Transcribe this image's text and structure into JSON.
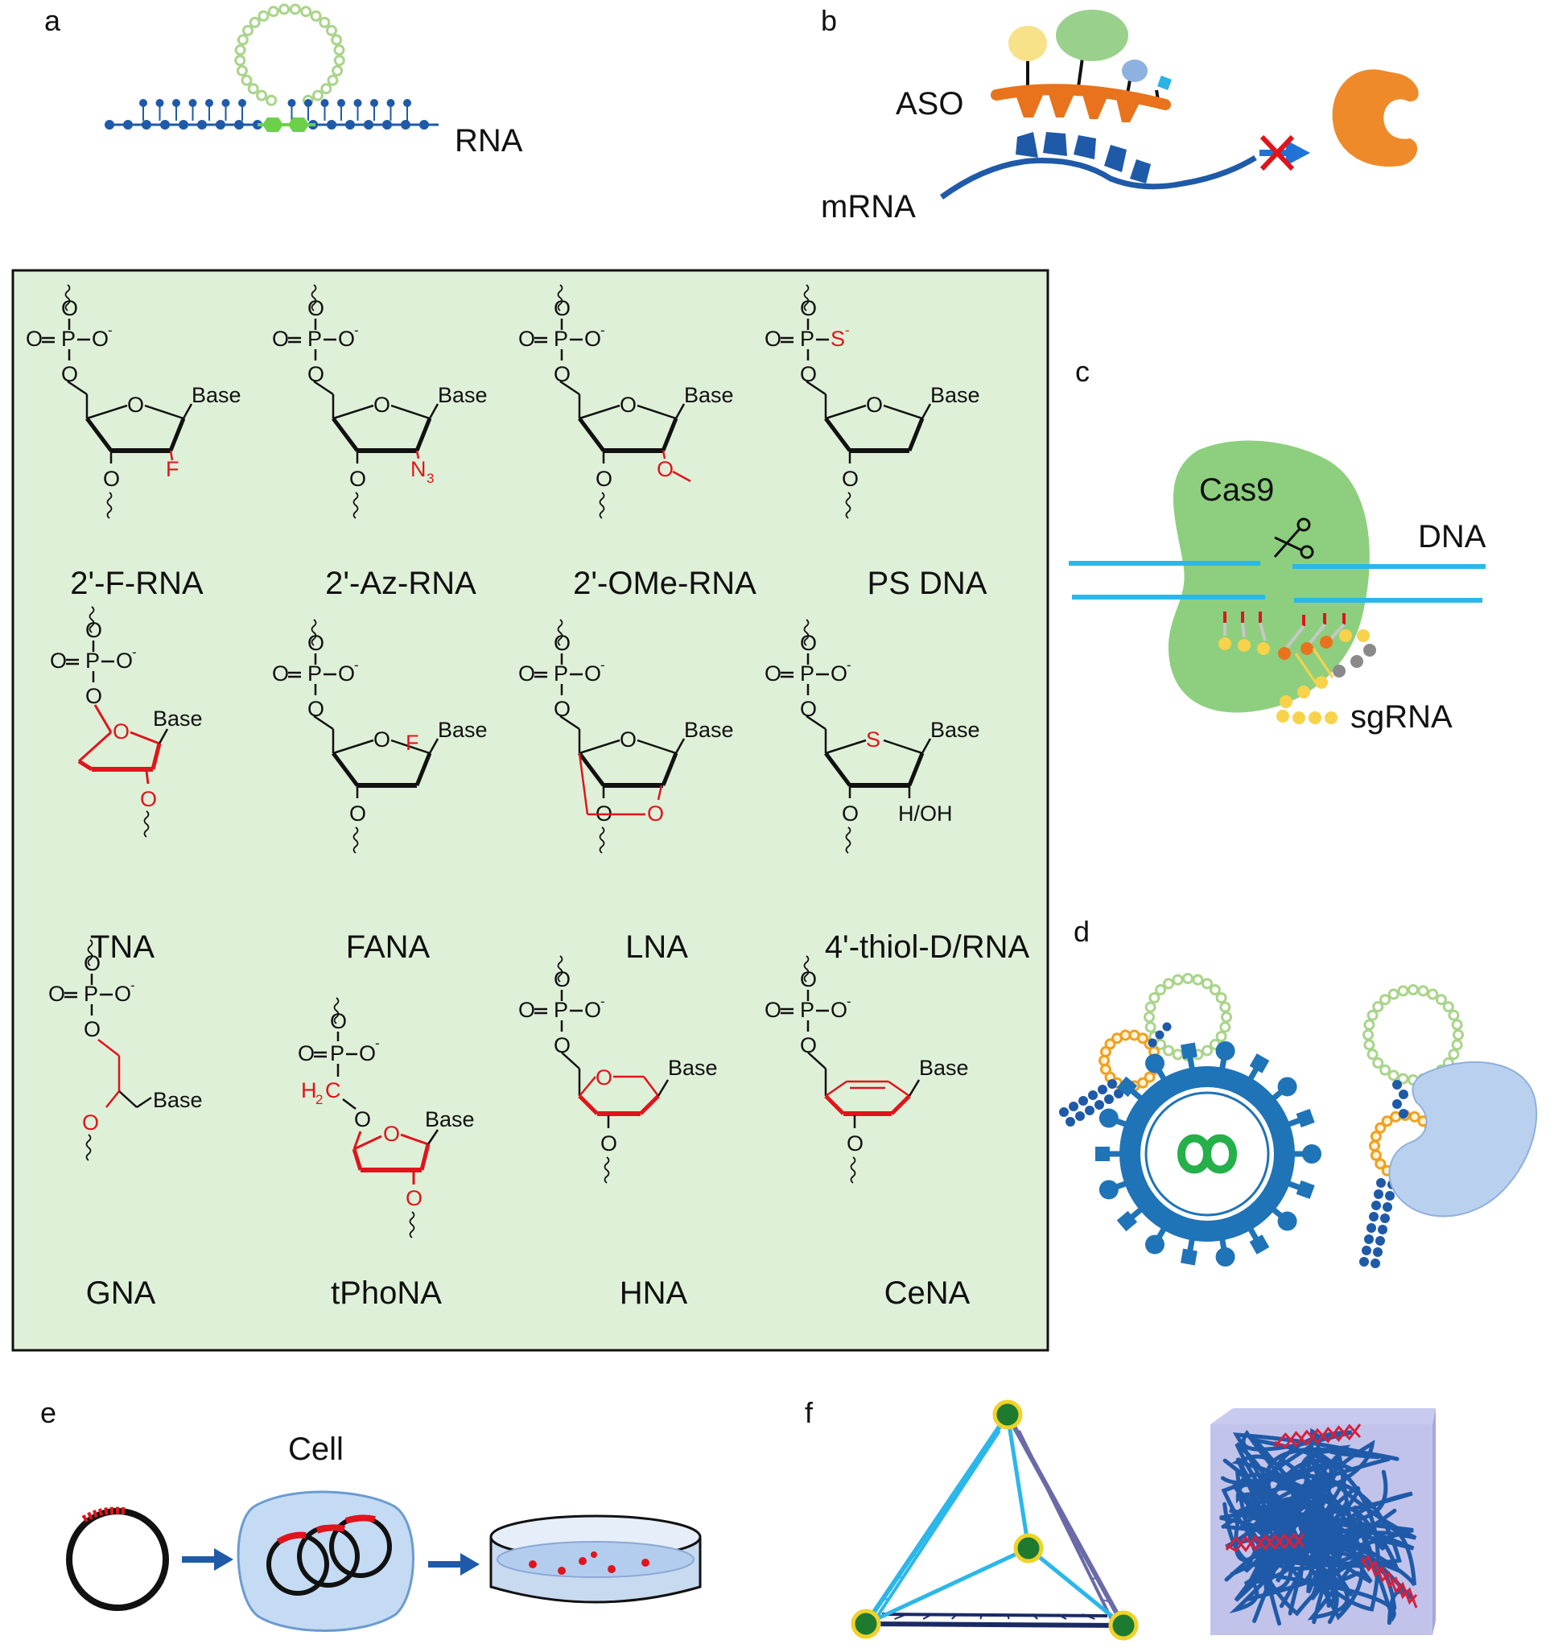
{
  "colors": {
    "panel_bg": "#dff0d8",
    "rna_blue": "#1f5aa8",
    "loop_green": "#a9d48a",
    "cas9_green": "#8dcf7e",
    "dna_cyan": "#2bb7ea",
    "modification_red": "#e0141c",
    "aso_orange": "#e8731c",
    "ribosome_orange": "#ee8a2a",
    "virus_blue": "#1f73b7"
  },
  "panels": {
    "a": {
      "letter": "a",
      "label": "RNA"
    },
    "b": {
      "letter": "b",
      "aso": "ASO",
      "mrna": "mRNA"
    },
    "c": {
      "letter": "c",
      "cas9": "Cas9",
      "dna": "DNA",
      "sgrna": "sgRNA"
    },
    "d": {
      "letter": "d"
    },
    "e": {
      "letter": "e",
      "cell": "Cell"
    },
    "f": {
      "letter": "f"
    }
  },
  "chem": {
    "o": "O",
    "p": "P",
    "minus": "-",
    "base": "Base",
    "f": "F",
    "n": "N",
    "three": "3",
    "s": "S",
    "h_oh": "H/OH",
    "h2c_h": "H",
    "h2c_2": "2",
    "h2c_c": "C",
    "names": [
      "2'-F-RNA",
      "2'-Az-RNA",
      "2'-OMe-RNA",
      "PS DNA",
      "TNA",
      "FANA",
      "LNA",
      "4'-thiol-D/RNA",
      "GNA",
      "tPhoNA",
      "HNA",
      "CeNA"
    ]
  },
  "icons": [
    "scissors-icon",
    "block-x-icon",
    "arrow-icon",
    "infinity-icon"
  ]
}
